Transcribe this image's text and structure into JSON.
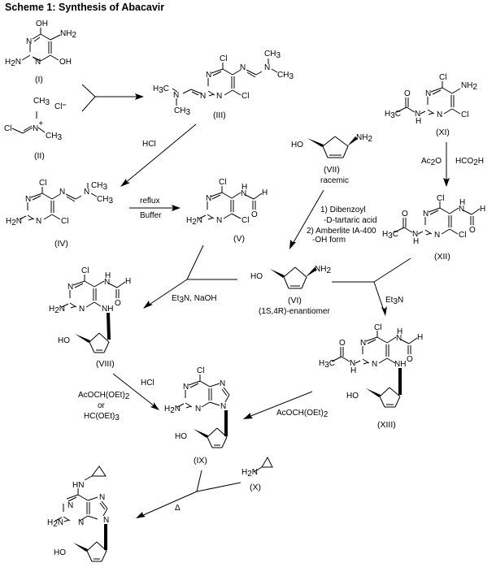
{
  "title": "Scheme 1: Synthesis of Abacavir",
  "compounds": {
    "I": {
      "label": "(I)",
      "atoms": [
        "OH",
        "NH2",
        "N",
        "H2N",
        "N",
        "OH"
      ]
    },
    "II": {
      "label": "(II)",
      "atoms": [
        "CH3",
        "Cl",
        "N+",
        "CH3",
        "Cl-"
      ]
    },
    "III": {
      "label": "(III)",
      "atoms": [
        "Cl",
        "N",
        "CH3",
        "N",
        "N",
        "CH3",
        "H3C",
        "N",
        "N",
        "N",
        "Cl",
        "CH3"
      ]
    },
    "IV": {
      "label": "(IV)",
      "atoms": [
        "Cl",
        "N",
        "CH3",
        "N",
        "N",
        "CH3",
        "H2N",
        "N",
        "Cl"
      ]
    },
    "V": {
      "label": "(V)",
      "atoms": [
        "Cl",
        "H",
        "N",
        "H",
        "N",
        "O",
        "H2N",
        "N",
        "Cl"
      ]
    },
    "VI": {
      "label": "(VI)",
      "note": "(1S,4R)-enantiomer",
      "atoms": [
        "HO",
        "NH2"
      ]
    },
    "VII": {
      "label": "(VII)",
      "note": "racemic",
      "atoms": [
        "HO",
        "NH2"
      ]
    },
    "VIII": {
      "label": "(VIII)",
      "atoms": [
        "Cl",
        "H",
        "N",
        "H",
        "N",
        "O",
        "H2N",
        "N",
        "NH",
        "HO"
      ]
    },
    "IX": {
      "label": "(IX)",
      "atoms": [
        "Cl",
        "N",
        "N",
        "H2N",
        "N",
        "N",
        "HO"
      ]
    },
    "X": {
      "label": "(X)",
      "atoms": [
        "H2N"
      ]
    },
    "XI": {
      "label": "(XI)",
      "atoms": [
        "Cl",
        "NH2",
        "O",
        "N",
        "H3C",
        "N",
        "N",
        "H",
        "Cl"
      ]
    },
    "XII": {
      "label": "(XII)",
      "atoms": [
        "Cl",
        "H",
        "N",
        "H",
        "O",
        "N",
        "O",
        "H3C",
        "N",
        "N",
        "H",
        "Cl"
      ]
    },
    "XIII": {
      "label": "(XIII)",
      "atoms": [
        "Cl",
        "H",
        "N",
        "H",
        "O",
        "N",
        "O",
        "H3C",
        "N",
        "N",
        "NH",
        "H",
        "HO"
      ]
    },
    "abacavir": {
      "atoms": [
        "HN",
        "N",
        "N",
        "H2N",
        "N",
        "N",
        "HO"
      ]
    }
  },
  "reagents": {
    "hcl_1": "HCl",
    "reflux": "reflux",
    "buffer": "Buffer",
    "ac2o": "Ac2O",
    "hco2h": "HCO2H",
    "resolution_1a": "1) Dibenzoyl",
    "resolution_1b": "-D-tartaric acid",
    "resolution_2a": "2) Amberlite IA-400",
    "resolution_2b": "-OH form",
    "et3n_naoh": "Et3N, NaOH",
    "et3n": "Et3N",
    "hcl_2": "HCl",
    "acoch_1": "AcOCH(OEt)2",
    "or": "or",
    "hc_oet3": "HC(OEt)3",
    "acoch_2": "AcOCH(OEt)2",
    "delta": "Δ"
  }
}
